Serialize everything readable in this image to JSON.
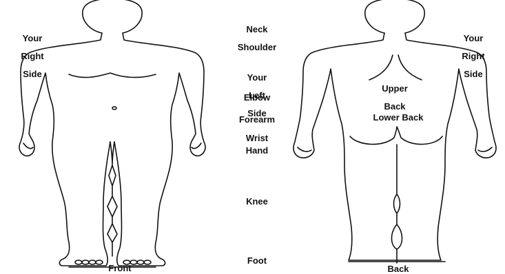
{
  "side_labels": {
    "right": [
      "Your",
      "Right",
      "Side"
    ],
    "left": [
      "Your",
      "Left",
      "Side"
    ],
    "right_back": [
      "Your",
      "Right",
      "Side"
    ]
  },
  "regions": {
    "neck": "Neck",
    "shoulder": "Shoulder",
    "elbow": "Elbow",
    "forearm": "Forearm",
    "wrist": "Wrist",
    "hand": "Hand",
    "knee": "Knee",
    "foot": "Foot"
  },
  "back_regions": {
    "upper_back": [
      "Upper",
      "Back"
    ],
    "lower_back": "Lower Back"
  },
  "view_labels": {
    "front": "Front",
    "back": "Back"
  }
}
